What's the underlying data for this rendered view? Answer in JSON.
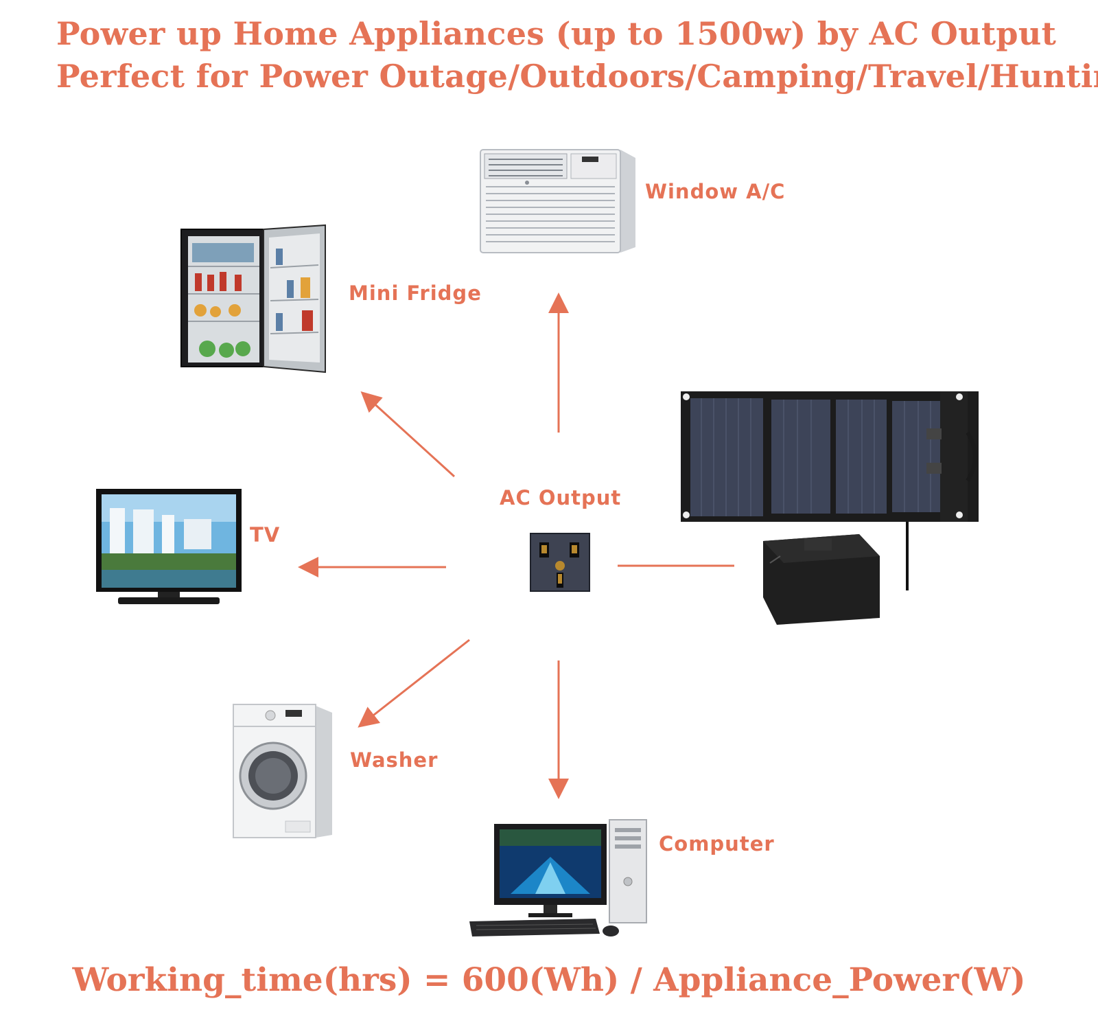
{
  "header": {
    "line1": "Power up Home Appliances (up to 1500w) by AC Output",
    "line2": "Perfect for Power Outage/Outdoors/Camping/Travel/Hunting"
  },
  "hub": {
    "label": "AC Output",
    "icon": "ac-socket-icon"
  },
  "source": {
    "icon": "solar-panel-and-battery-box-icon"
  },
  "appliances": [
    {
      "label": "Window A/C",
      "icon": "window-air-conditioner-icon"
    },
    {
      "label": "Mini Fridge",
      "icon": "mini-fridge-icon"
    },
    {
      "label": "TV",
      "icon": "tv-icon"
    },
    {
      "label": "Washer",
      "icon": "washing-machine-icon"
    },
    {
      "label": "Computer",
      "icon": "desktop-computer-icon"
    }
  ],
  "footer": {
    "formula": "Working_time(hrs) = 600(Wh) / Appliance_Power(W)"
  },
  "colors": {
    "accent": "#e57356",
    "panel": "#3d4458",
    "dark": "#1e1e1e"
  }
}
